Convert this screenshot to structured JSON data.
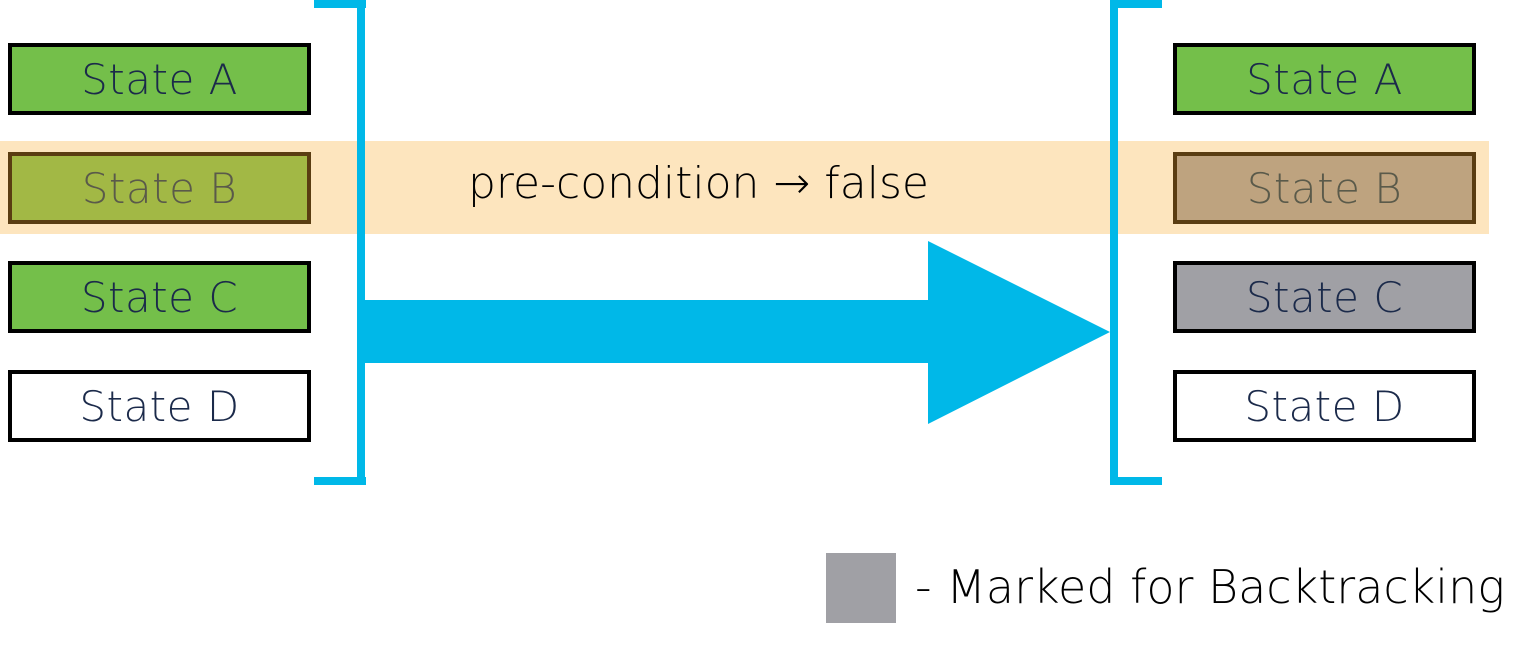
{
  "colors": {
    "active": "#74BF4A",
    "failing": "#A2B845",
    "failing_text": "#5A5A4A",
    "marked": "#A0A0A5",
    "backtracked": "#BEA37F",
    "empty": "#FFFFFF",
    "highlight_band": "#FDE5BE",
    "bracket": "#00B8E8"
  },
  "left_states": [
    {
      "label": "State A",
      "status": "active"
    },
    {
      "label": "State B",
      "status": "failing"
    },
    {
      "label": "State C",
      "status": "active"
    },
    {
      "label": "State D",
      "status": "empty"
    }
  ],
  "right_states": [
    {
      "label": "State A",
      "status": "active"
    },
    {
      "label": "State B",
      "status": "backtracked"
    },
    {
      "label": "State C",
      "status": "marked"
    },
    {
      "label": "State D",
      "status": "empty"
    }
  ],
  "condition_label": "pre-condition → false",
  "legend": {
    "text": "- Marked for Backtracking"
  }
}
